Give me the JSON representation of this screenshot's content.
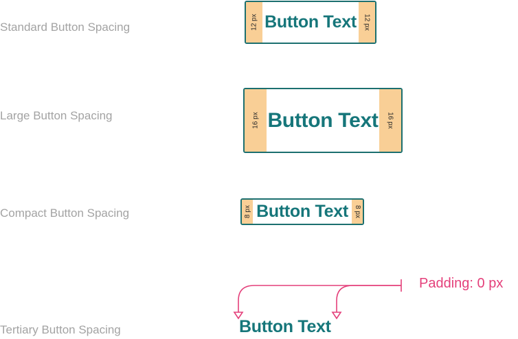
{
  "rows": [
    {
      "label": "Standard Button Spacing",
      "button_text": "Button Text",
      "padding_label": "12 px"
    },
    {
      "label": "Large Button Spacing",
      "button_text": "Button Text",
      "padding_label": "16 px"
    },
    {
      "label": "Compact Button Spacing",
      "button_text": "Button Text",
      "padding_label": "8 px"
    },
    {
      "label": "Tertiary Button Spacing",
      "button_text": "Button Text",
      "callout": "Padding: 0 px"
    }
  ],
  "colors": {
    "accent": "#16767a",
    "border": "#1b6f6f",
    "padding_fill": "#f9cf96",
    "label": "#a3a3a3",
    "callout": "#e43f7a"
  }
}
